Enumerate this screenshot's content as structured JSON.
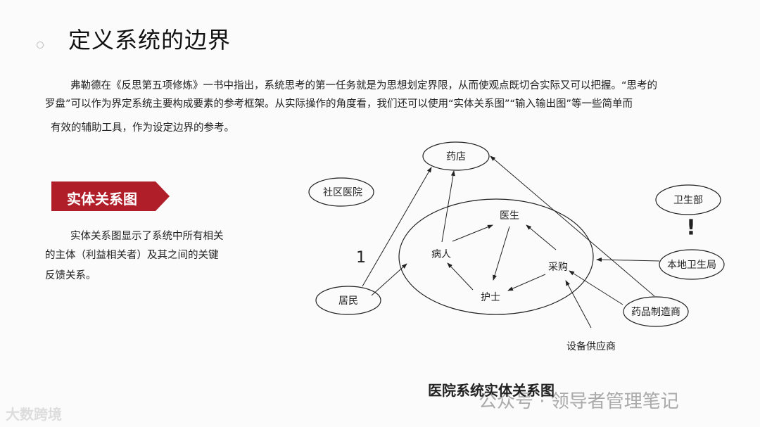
{
  "slide": {
    "title": "定义系统的边界",
    "paragraph": [
      "弗勒德在《反思第五项修炼》一书中指出，系统思考的第一任务就是为思想划定界限，从而使观点既切合实际又可以把握。“思考的",
      "罗盘”可以作为界定系统主要构成要素的参考框架。从实际操作的角度看，我们还可以使用“实体关系图”“输入输出图”等一些简单而",
      "有效的辅助工具，作为设定边界的参考。"
    ],
    "banner": "实体关系图",
    "description": [
      "实体关系图显示了系统中所有相关",
      "的主体（利益相关者）及其之间的关键",
      "反馈关系。"
    ],
    "banner_color": "#b01e2a"
  },
  "diagram": {
    "nodes": {
      "pharmacy": "药店",
      "community_hospital": "社区医院",
      "ministry": "卫生部",
      "doctor": "医生",
      "patient": "病人",
      "purchasing": "采购",
      "nurse": "护士",
      "residents": "居民",
      "local_bureau": "本地卫生局",
      "drug_maker": "药品制造商",
      "equipment_supplier": "设备供应商"
    },
    "mark_one": "1",
    "mark_exclaim": "!",
    "caption": "医院系统实体关系图"
  },
  "watermark": {
    "text": "公众号 · 领导者管理笔记",
    "logo_text": "大数跨境"
  }
}
